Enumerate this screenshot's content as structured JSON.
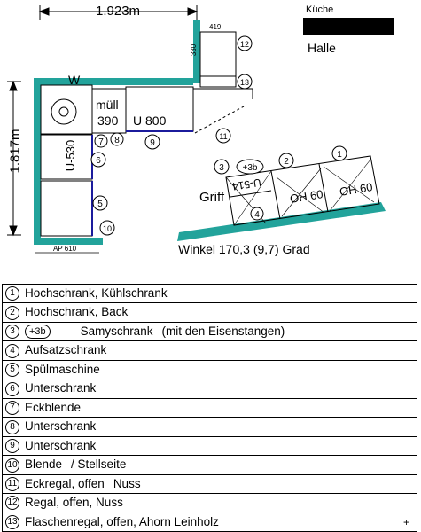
{
  "header": {
    "kitchen_label": "Küche",
    "hall_label": "Halle"
  },
  "dimensions": {
    "width": "1.923m",
    "height": "1.817m",
    "top_small": "419",
    "side_small": "330",
    "bottom_small": "AP 610",
    "angle": "Winkel 170,3 (9,7) Grad"
  },
  "plan_labels": {
    "w": "W",
    "muell": "müll",
    "muell_size": "390",
    "u800": "U 800",
    "u530": "U-530",
    "griff": "Griff",
    "u514": "U-514",
    "oh60_a": "OH 60",
    "oh60_b": "OH 60",
    "plus3b": "+3b"
  },
  "plan_markers": [
    "1",
    "2",
    "3",
    "4",
    "5",
    "6",
    "7",
    "8",
    "9",
    "10",
    "11",
    "12",
    "13"
  ],
  "legend": [
    {
      "num": "1",
      "text": "Hochschrank, Kühlschrank"
    },
    {
      "num": "2",
      "text": "Hochschrank, Back"
    },
    {
      "num": "3",
      "badge": "+3b",
      "text": "Samyschrank",
      "extra": "(mit den Eisenstangen)"
    },
    {
      "num": "4",
      "text": "Aufsatzschrank"
    },
    {
      "num": "5",
      "text": "Spülmaschine"
    },
    {
      "num": "6",
      "text": "Unterschrank"
    },
    {
      "num": "7",
      "text": "Eckblende"
    },
    {
      "num": "8",
      "text": "Unterschrank"
    },
    {
      "num": "9",
      "text": "Unterschrank"
    },
    {
      "num": "10",
      "text": "Blende",
      "extra": "/ Stellseite"
    },
    {
      "num": "11",
      "text": "Eckregal, offen",
      "extra": "Nuss"
    },
    {
      "num": "12",
      "text": "Regal, offen, Nuss"
    },
    {
      "num": "13",
      "text": "Flaschenregal, offen, Ahorn Leinholz"
    }
  ],
  "colors": {
    "wall": "#22a39b",
    "cabinet": "#1b1b9c",
    "redacted": "#000000"
  }
}
